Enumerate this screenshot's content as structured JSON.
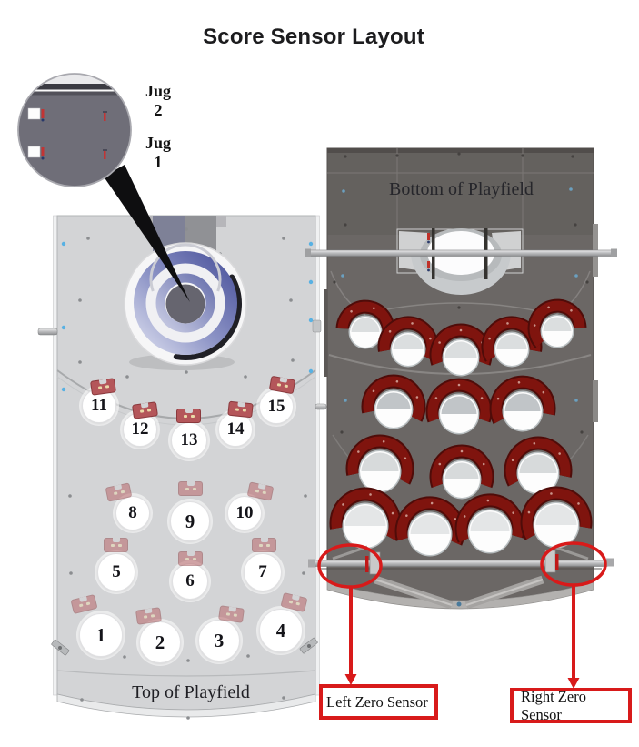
{
  "title": "Score Sensor Layout",
  "inset": {
    "jug2": {
      "label": "Jug",
      "number": "2"
    },
    "jug1": {
      "label": "Jug",
      "number": "1"
    }
  },
  "front_panel": {
    "caption": "Top of Playfield",
    "holes": [
      {
        "number": "1"
      },
      {
        "number": "2"
      },
      {
        "number": "3"
      },
      {
        "number": "4"
      },
      {
        "number": "5"
      },
      {
        "number": "6"
      },
      {
        "number": "7"
      },
      {
        "number": "8"
      },
      {
        "number": "9"
      },
      {
        "number": "10"
      },
      {
        "number": "11"
      },
      {
        "number": "12"
      },
      {
        "number": "13"
      },
      {
        "number": "14"
      },
      {
        "number": "15"
      }
    ]
  },
  "back_panel": {
    "caption": "Bottom of Playfield"
  },
  "callouts": {
    "left_zero_sensor": "Left Zero Sensor",
    "right_zero_sensor": "Right Zero Sensor"
  },
  "colors": {
    "annotation_red": "#d81a1a",
    "sensor_clip_red": "#b4565a",
    "bracket_dark_red": "#7f140e",
    "front_panel_gray": "#d3d4d6",
    "back_panel_gray": "#6b6765",
    "edge_dot_blue": "#58b1e3"
  }
}
